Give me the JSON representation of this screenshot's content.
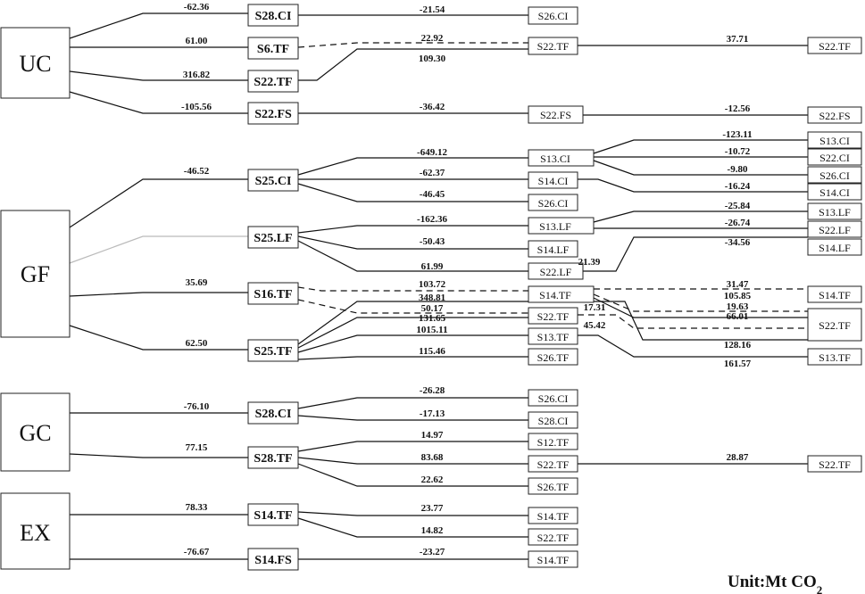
{
  "sources": [
    "UC",
    "GF",
    "GC",
    "EX"
  ],
  "level1": [
    "S28.CI",
    "S6.TF",
    "S22.TF",
    "S22.FS",
    "S25.CI",
    "S25.LF",
    "S16.TF",
    "S25.TF",
    "S28.CI",
    "S28.TF",
    "S14.TF",
    "S14.FS"
  ],
  "level2": [
    "S26.CI",
    "S22.TF",
    "S22.FS",
    "S13.CI",
    "S14.CI",
    "S26.CI",
    "S13.LF",
    "S14.LF",
    "S22.LF",
    "S14.TF",
    "S22.TF",
    "S13.TF",
    "S26.TF",
    "S26.CI",
    "S28.CI",
    "S12.TF",
    "S22.TF",
    "S26.TF",
    "S14.TF",
    "S22.TF",
    "S14.TF"
  ],
  "level3": [
    "S22.TF",
    "S22.FS",
    "S13.CI",
    "S22.CI",
    "S26.CI",
    "S14.CI",
    "S13.LF",
    "S22.LF",
    "S14.LF",
    "S14.TF",
    "S22.TF",
    "S13.TF",
    "S22.TF"
  ],
  "values": [
    "-62.36",
    "61.00",
    "316.82",
    "-105.56",
    "-46.52",
    "35.69",
    "62.50",
    "-76.10",
    "77.15",
    "78.33",
    "-76.67",
    "-21.54",
    "22.92",
    "109.30",
    "-36.42",
    "-649.12",
    "-62.37",
    "-46.45",
    "-162.36",
    "-50.43",
    "61.99",
    "21.39",
    "103.72",
    "348.81",
    "50.17",
    "131.65",
    "1015.11",
    "115.46",
    "17.31",
    "45.42",
    "-26.28",
    "-17.13",
    "14.97",
    "83.68",
    "22.62",
    "23.77",
    "14.82",
    "-23.27",
    "37.71",
    "-12.56",
    "-123.11",
    "-10.72",
    "-9.80",
    "-16.24",
    "-25.84",
    "-26.74",
    "-34.56",
    "31.47",
    "105.85",
    "19.63",
    "66.01",
    "128.16",
    "161.57",
    "28.87"
  ],
  "unit": {
    "prefix": "Unit:Mt CO",
    "subscript": "2"
  }
}
